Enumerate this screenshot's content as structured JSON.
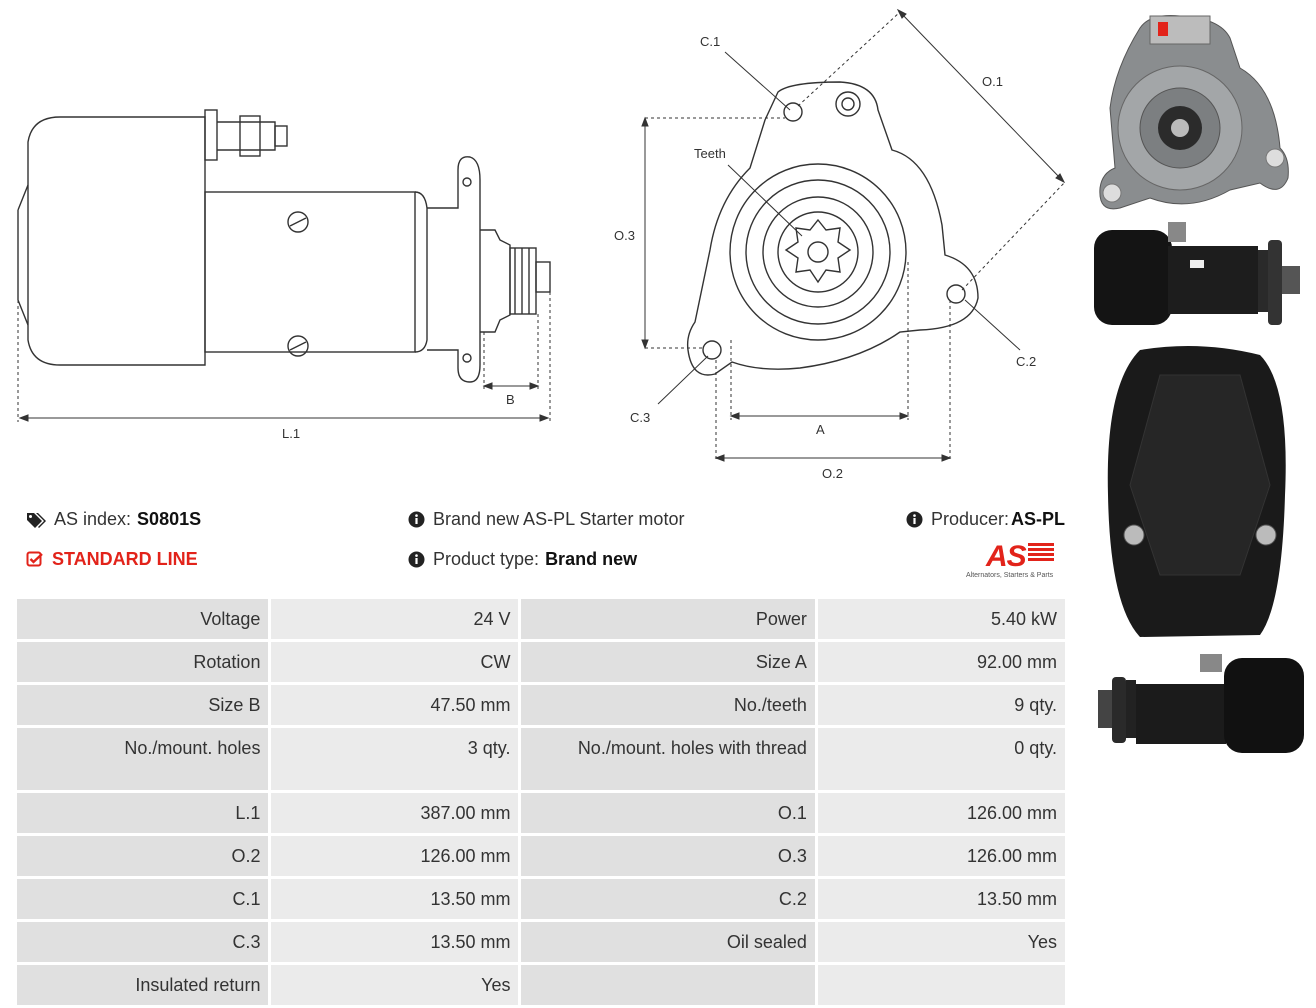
{
  "drawing_labels": {
    "l1": "L.1",
    "b": "B",
    "c1": "C.1",
    "c2": "C.2",
    "c3": "C.3",
    "o1": "O.1",
    "o2": "O.2",
    "o3": "O.3",
    "a": "A",
    "teeth": "Teeth"
  },
  "header": {
    "as_index_label": "AS index:",
    "as_index_value": "S0801S",
    "standard_line": "STANDARD LINE",
    "description": "Brand new AS-PL Starter motor",
    "product_type_label": "Product type:",
    "product_type_value": "Brand new",
    "producer_label": "Producer:",
    "producer_value": "AS-PL"
  },
  "logo": {
    "mark": "AS",
    "tagline": "Alternators, Starters & Parts"
  },
  "specs": [
    [
      "Voltage",
      "24 V",
      "Power",
      "5.40 kW"
    ],
    [
      "Rotation",
      "CW",
      "Size A",
      "92.00 mm"
    ],
    [
      "Size B",
      "47.50 mm",
      "No./teeth",
      "9 qty."
    ],
    [
      "No./mount. holes",
      "3 qty.",
      "No./mount. holes with thread",
      "0 qty."
    ],
    [
      "L.1",
      "387.00 mm",
      "O.1",
      "126.00 mm"
    ],
    [
      "O.2",
      "126.00 mm",
      "O.3",
      "126.00 mm"
    ],
    [
      "C.1",
      "13.50 mm",
      "C.2",
      "13.50 mm"
    ],
    [
      "C.3",
      "13.50 mm",
      "Oil sealed",
      "Yes"
    ],
    [
      "Insulated return",
      "Yes",
      "",
      ""
    ]
  ],
  "colors": {
    "accent": "#e2231a",
    "cell": "#ebebeb",
    "line": "#333333"
  },
  "icons": [
    "tags-icon",
    "check-square-icon",
    "info-icon"
  ]
}
